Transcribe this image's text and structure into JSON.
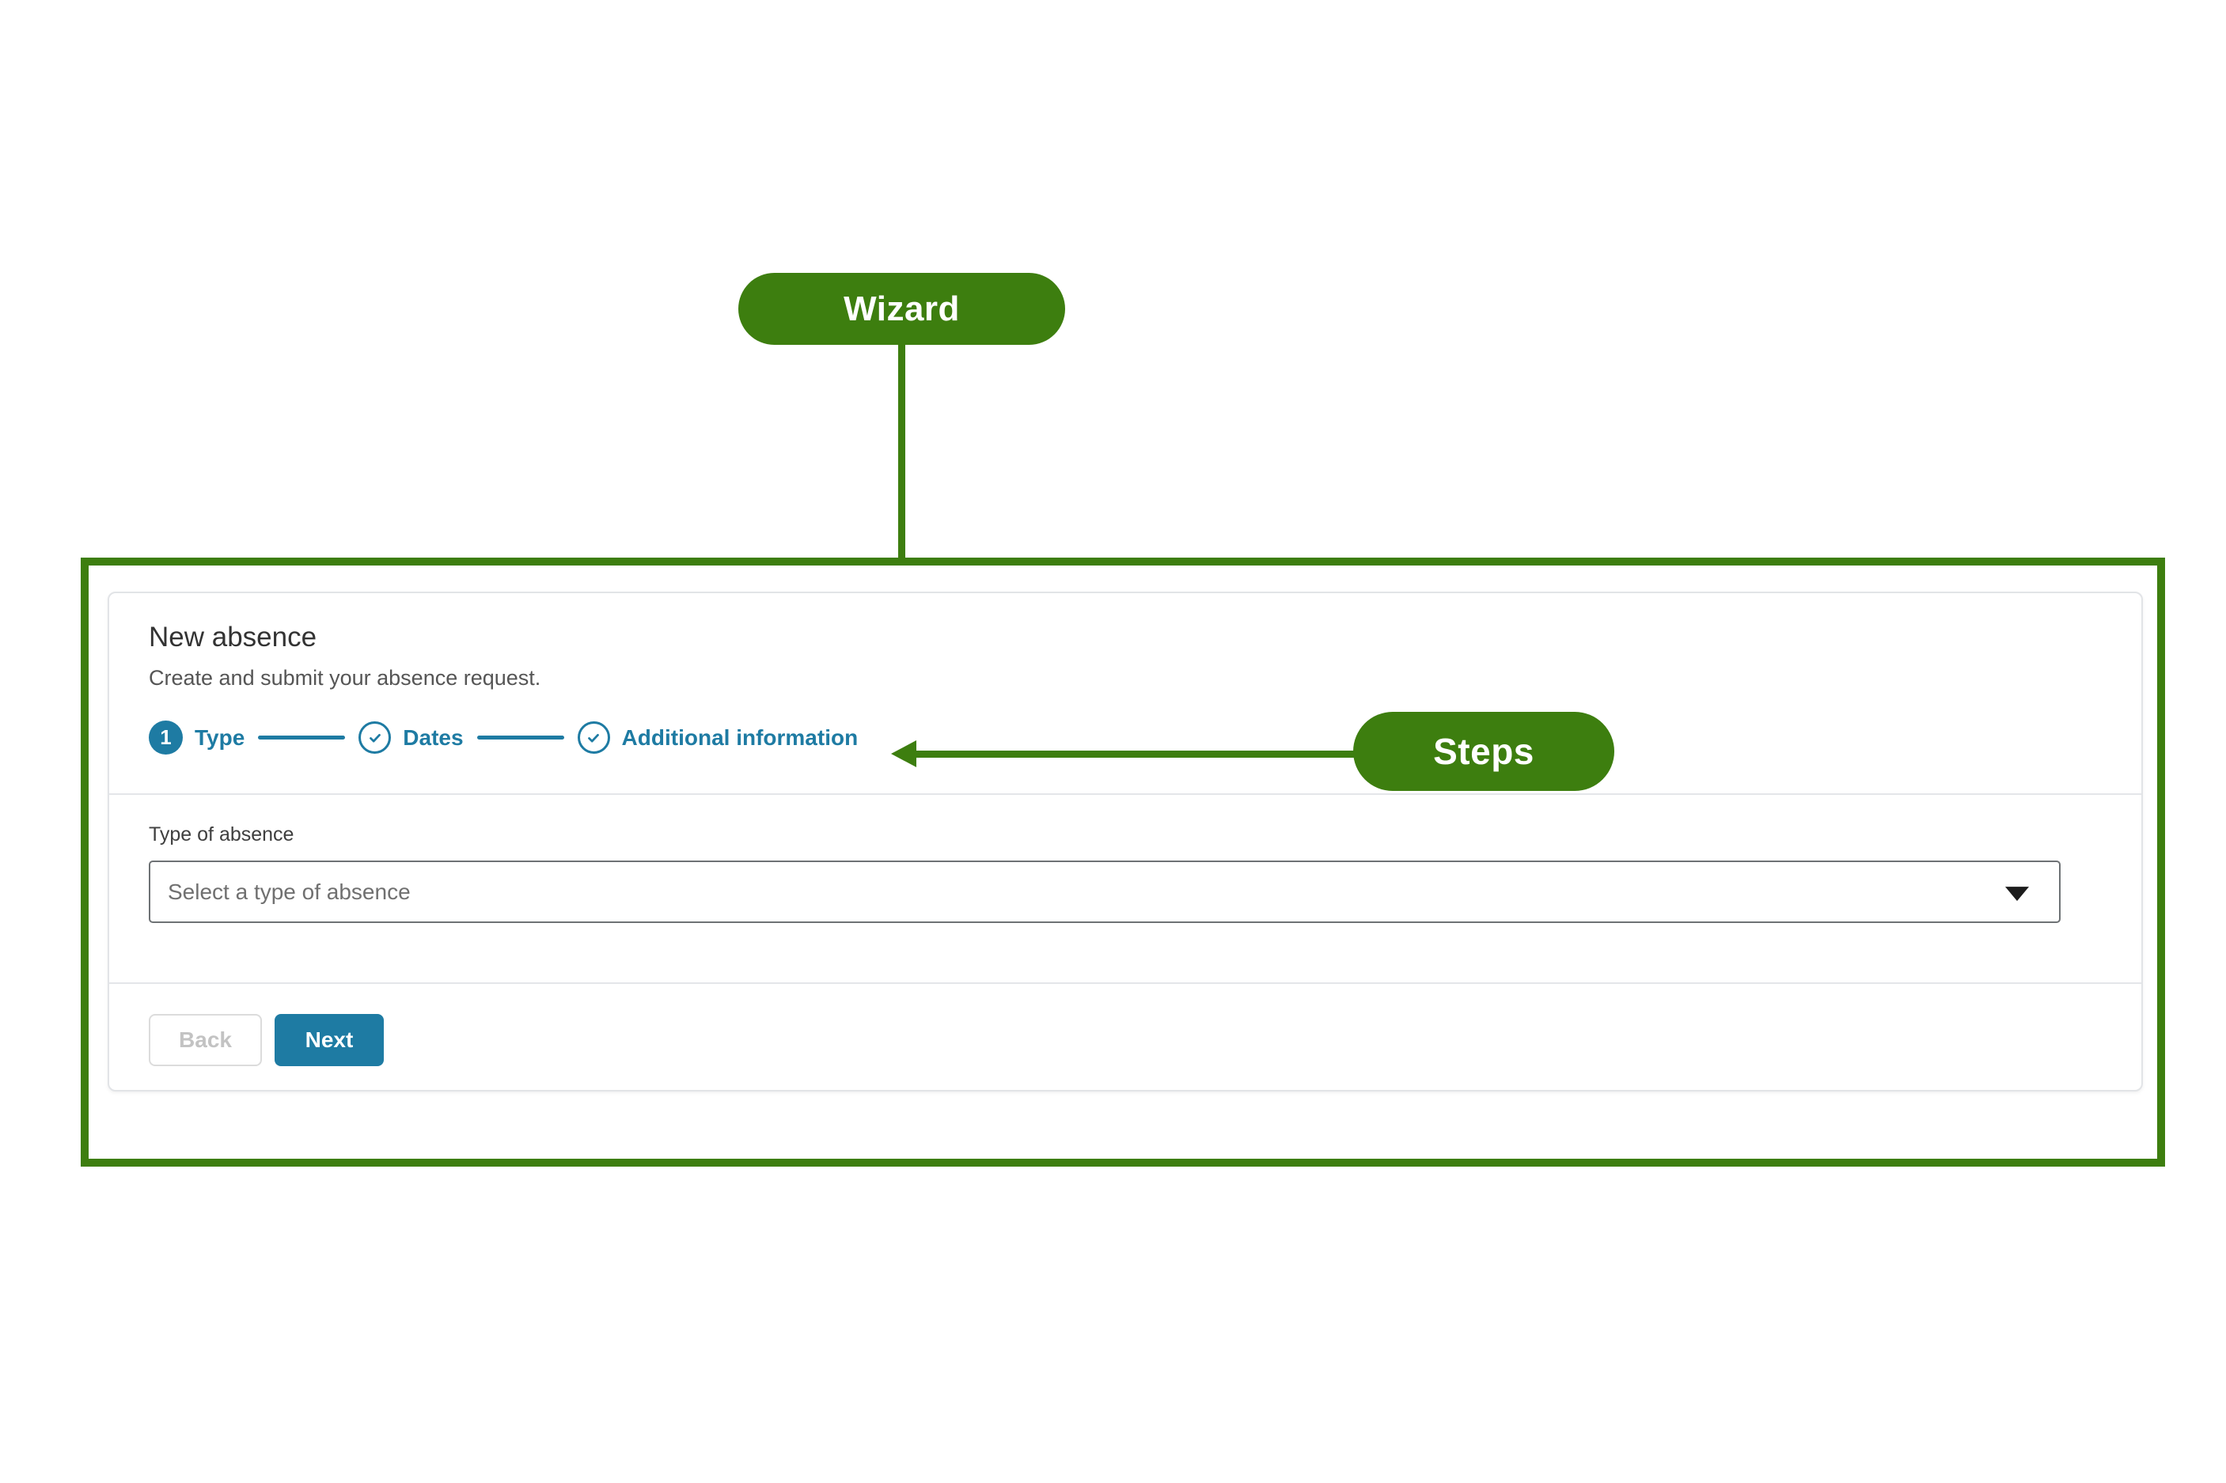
{
  "annotations": {
    "wizard_pill": "Wizard",
    "steps_pill": "Steps",
    "annotation_color": "#3d7e0f"
  },
  "card": {
    "title": "New absence",
    "subtitle": "Create and submit your absence request.",
    "stepper": {
      "accent_color": "#1e7ba3",
      "steps": [
        {
          "label": "Type",
          "number": "1",
          "state": "active"
        },
        {
          "label": "Dates",
          "icon": "check",
          "state": "upcoming"
        },
        {
          "label": "Additional information",
          "icon": "check",
          "state": "upcoming"
        }
      ]
    },
    "form": {
      "label": "Type of absence",
      "placeholder": "Select a type of absence"
    },
    "footer": {
      "back": "Back",
      "next": "Next"
    }
  }
}
